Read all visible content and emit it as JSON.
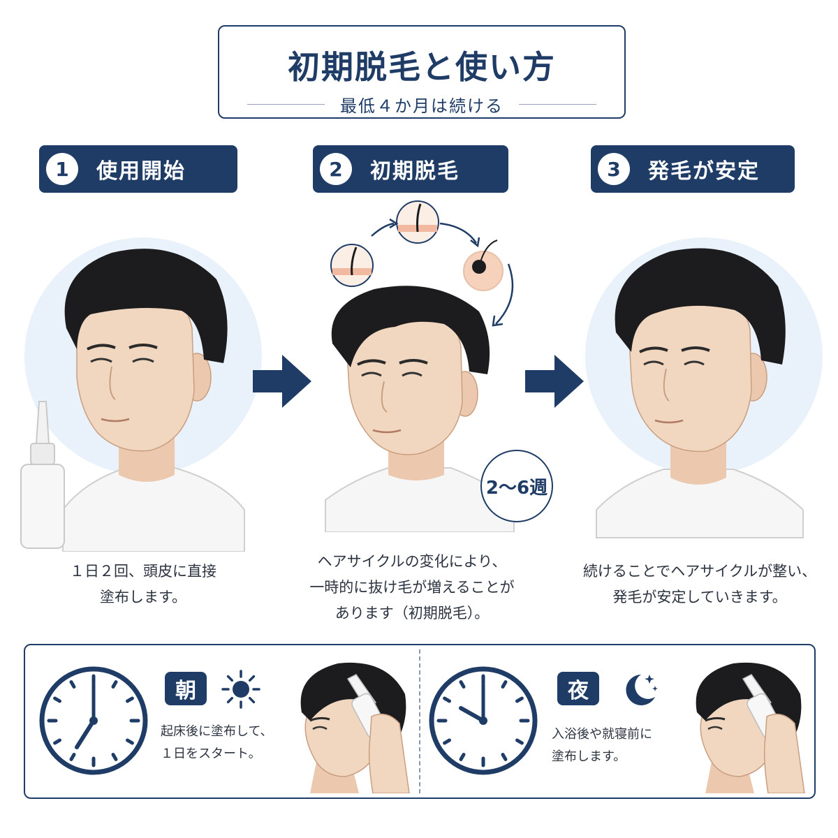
{
  "header": {
    "title": "初期脱毛と使い方",
    "subtitle": "最低４か月は続ける"
  },
  "steps": [
    {
      "number": "1",
      "label": "使用開始",
      "caption_lines": [
        "１日２回、頭皮に直接",
        "塗布します。"
      ]
    },
    {
      "number": "2",
      "label": "初期脱毛",
      "caption_lines": [
        "ヘアサイクルの変化により、",
        "一時的に抜け毛が増えることが",
        "あります（初期脱毛）。"
      ]
    },
    {
      "number": "3",
      "label": "発毛が安定",
      "caption_lines": [
        "続けることでヘアサイクルが整い、",
        "発毛が安定していきます。"
      ]
    }
  ],
  "badge": {
    "text": "2〜6週"
  },
  "schedule": {
    "morning": {
      "tag": "朝",
      "icon": "sun-icon",
      "lines": [
        "起床後に塗布して、",
        "１日をスタート。"
      ]
    },
    "night": {
      "tag": "夜",
      "icon": "moon-stars-icon",
      "lines": [
        "入浴後や就寝前に",
        "塗布します。"
      ]
    }
  },
  "colors": {
    "navy": "#1f3c66",
    "skin": "#f2d7c0",
    "hair": "#1c1c1e",
    "halo": "#e9f2fa"
  }
}
